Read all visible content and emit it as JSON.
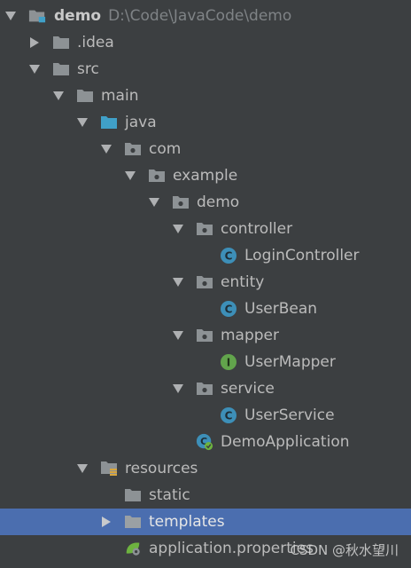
{
  "tree": {
    "root_label": "demo",
    "root_path": "D:\\Code\\JavaCode\\demo",
    "idea": ".idea",
    "src": "src",
    "main": "main",
    "java": "java",
    "com": "com",
    "example": "example",
    "demo_pkg": "demo",
    "controller": "controller",
    "login_controller": "LoginController",
    "entity": "entity",
    "user_bean": "UserBean",
    "mapper": "mapper",
    "user_mapper": "UserMapper",
    "service": "service",
    "user_service": "UserService",
    "demo_application": "DemoApplication",
    "resources": "resources",
    "static": "static",
    "templates": "templates",
    "application_properties": "application.properties"
  },
  "class_badge": "C",
  "interface_badge": "I",
  "watermark": "CSDN @秋水望川",
  "colors": {
    "background": "#3c3f41",
    "selection": "#4b6eaf",
    "text": "#bbbbbb",
    "path_text": "#7f8386",
    "folder": "#8d9295",
    "source_folder": "#40a0c8",
    "class_badge": "#3d8fb8",
    "interface_badge": "#62a44c",
    "spring": "#6db33f"
  }
}
